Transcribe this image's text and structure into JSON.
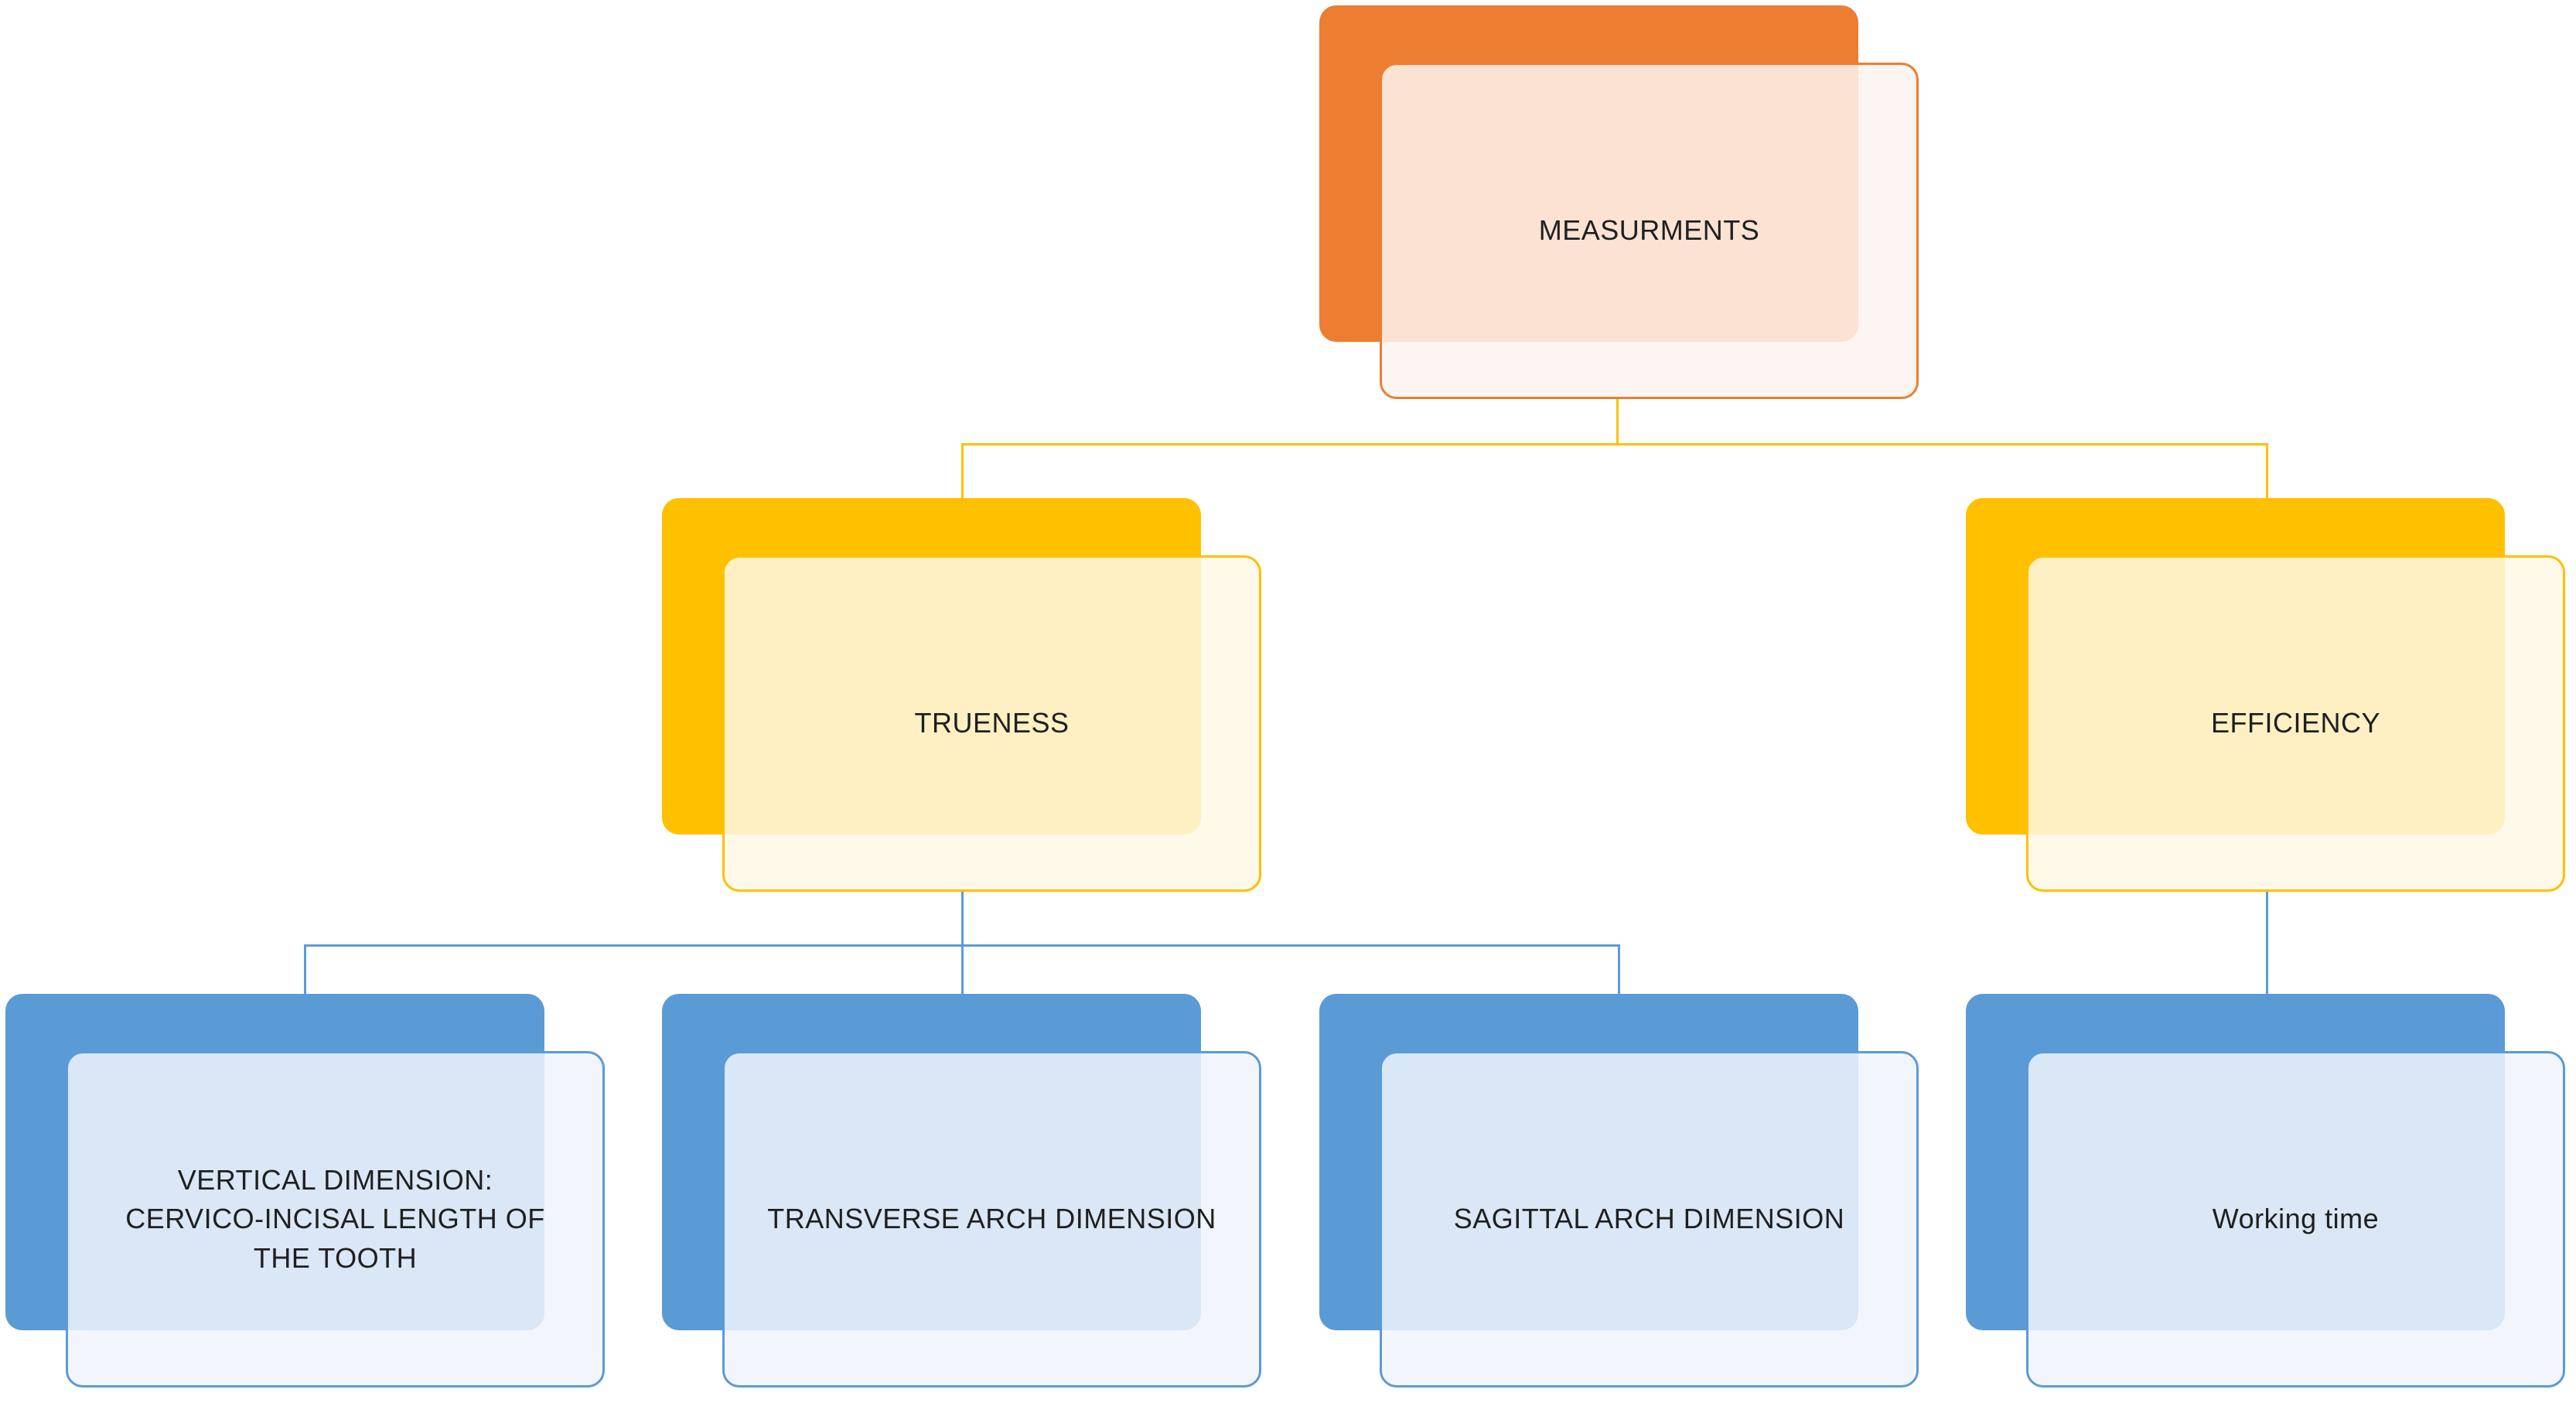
{
  "diagram": {
    "type": "hierarchy",
    "nodes": [
      {
        "id": "measurments",
        "label": "MEASURMENTS",
        "level": 1,
        "parent": null,
        "theme": "orange"
      },
      {
        "id": "trueness",
        "label": "TRUENESS",
        "level": 2,
        "parent": "measurments",
        "theme": "gold"
      },
      {
        "id": "efficiency",
        "label": "EFFICIENCY",
        "level": 2,
        "parent": "measurments",
        "theme": "gold"
      },
      {
        "id": "vertical-dimension",
        "label": "VERTICAL DIMENSION: CERVICO-INCISAL LENGTH OF THE TOOTH",
        "level": 3,
        "parent": "trueness",
        "theme": "blue"
      },
      {
        "id": "transverse-arch-dimension",
        "label": "TRANSVERSE ARCH DIMENSION",
        "level": 3,
        "parent": "trueness",
        "theme": "blue"
      },
      {
        "id": "sagittal-arch-dimension",
        "label": "SAGITTAL ARCH DIMENSION",
        "level": 3,
        "parent": "trueness",
        "theme": "blue"
      },
      {
        "id": "working-time",
        "label": "Working time",
        "level": 3,
        "parent": "efficiency",
        "theme": "blue"
      }
    ],
    "colors": {
      "orange_shadow": "#ED7D31",
      "gold_shadow": "#FFC000",
      "blue_shadow": "#5B9BD5",
      "connector_top": "#FFC000",
      "connector_bottom": "#5B9BD5",
      "text": "#1F1F1F",
      "background": "#FFFFFF"
    }
  }
}
